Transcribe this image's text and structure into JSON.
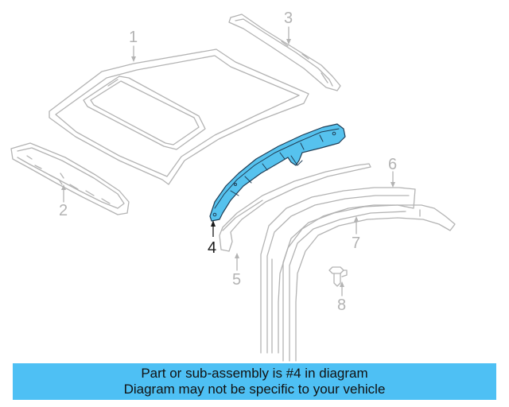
{
  "diagram": {
    "callouts": [
      "1",
      "2",
      "3",
      "4",
      "5",
      "6",
      "7",
      "8"
    ],
    "highlighted_part": "4",
    "colors": {
      "outline_gray": "#b3b3b3",
      "highlight_fill": "#56c2ee",
      "highlight_stroke": "#1f3d55",
      "banner_bg": "#4ec0f4"
    }
  },
  "banner": {
    "line1": "Part or sub-assembly is #4 in diagram",
    "line2": "Diagram may not be specific to your vehicle"
  }
}
